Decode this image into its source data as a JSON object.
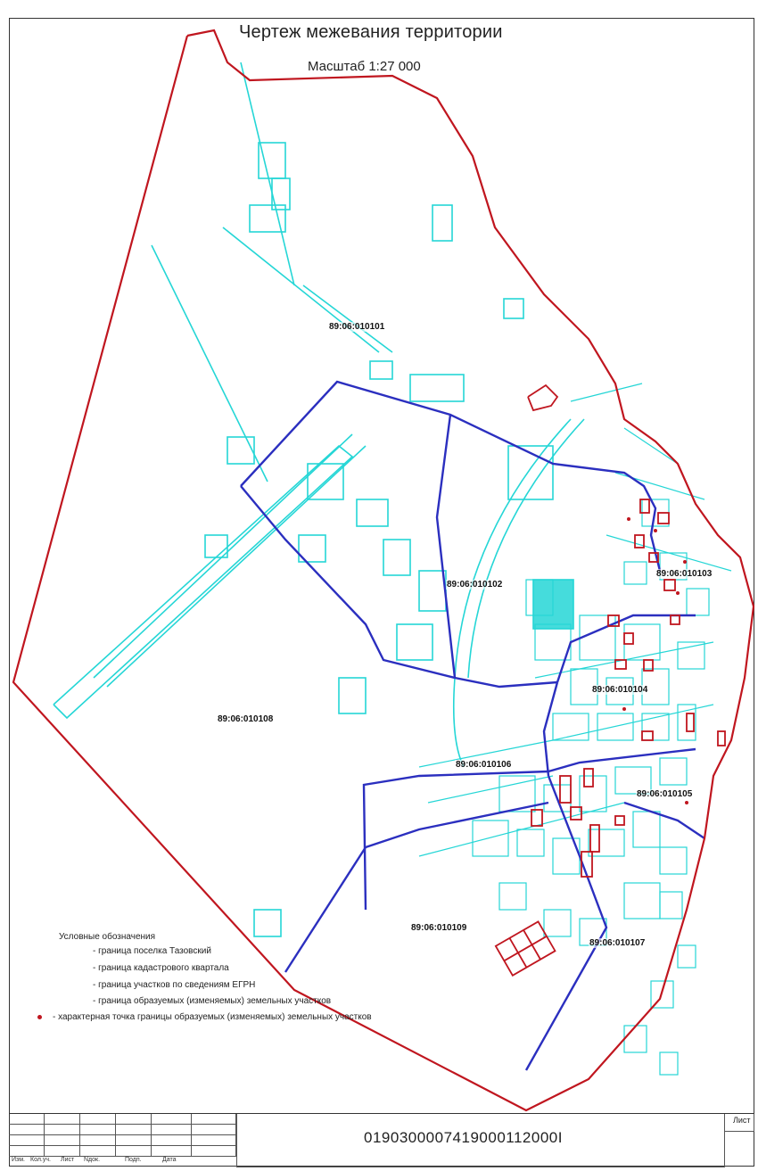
{
  "map": {
    "title": "Чертеж межевания территории",
    "scale": "Масштаб 1:27 000",
    "quarters": [
      {
        "id": "89:06:010101"
      },
      {
        "id": "89:06:010102"
      },
      {
        "id": "89:06:010103"
      },
      {
        "id": "89:06:010104"
      },
      {
        "id": "89:06:010105"
      },
      {
        "id": "89:06:010106"
      },
      {
        "id": "89:06:010107"
      },
      {
        "id": "89:06:010108"
      },
      {
        "id": "89:06:010109"
      }
    ]
  },
  "legend": {
    "title": "Условные обозначения",
    "items": [
      {
        "label": "- граница поселка Тазовский",
        "color": "#c0161f",
        "style": "dash-dot"
      },
      {
        "label": "- граница кадастрового квартала",
        "color": "#2b2fbf",
        "style": "solid"
      },
      {
        "label": "- граница участков по сведениям ЕГРН",
        "color": "#25d6d6",
        "style": "solid"
      },
      {
        "label": "- граница образуемых (изменяемых) земельных участков",
        "color": "#c0161f",
        "style": "solid"
      },
      {
        "label": "- характерная точка границы образуемых (изменяемых) земельных участков",
        "color": "#c0161f",
        "style": "point"
      }
    ]
  },
  "stamp": {
    "doc_number": "0190300007419000112000I",
    "sheet_label": "Лист",
    "columns": [
      "Изм.",
      "Кол.уч.",
      "Лист",
      "Nдок.",
      "Подп.",
      "Дата"
    ]
  },
  "colors": {
    "boundary": "#c0161f",
    "quarter": "#2b2fbf",
    "parcel": "#25d6d6",
    "new_parcel": "#c0161f"
  }
}
